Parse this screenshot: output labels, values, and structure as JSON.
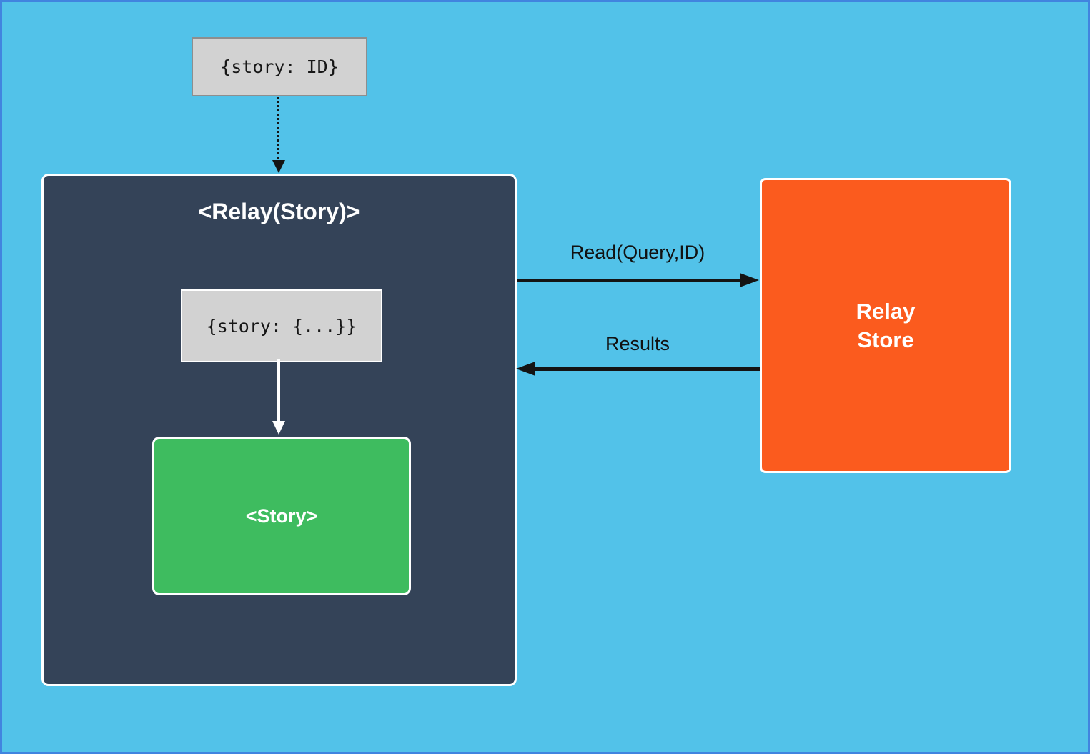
{
  "diagram": {
    "nodes": {
      "props_input": {
        "label": "{story: ID}"
      },
      "relay_container": {
        "title": "<Relay(Story)>"
      },
      "props_inner": {
        "label": "{story: {...}}"
      },
      "story_component": {
        "label": "<Story>"
      },
      "relay_store": {
        "line1": "Relay",
        "line2": "Store"
      }
    },
    "edges": {
      "read": {
        "label": "Read(Query,ID)"
      },
      "results": {
        "label": "Results"
      }
    },
    "colors": {
      "background": "#52C2E9",
      "frame": "#4184DF",
      "relay_container_fill": "#344358",
      "story_fill": "#3EBC5F",
      "store_fill": "#FB5B1E",
      "code_box_fill": "#D2D2D2",
      "code_box_border": "#8E8E8E",
      "arrow_black": "#141414",
      "node_border_white": "#FFFFFF"
    }
  }
}
